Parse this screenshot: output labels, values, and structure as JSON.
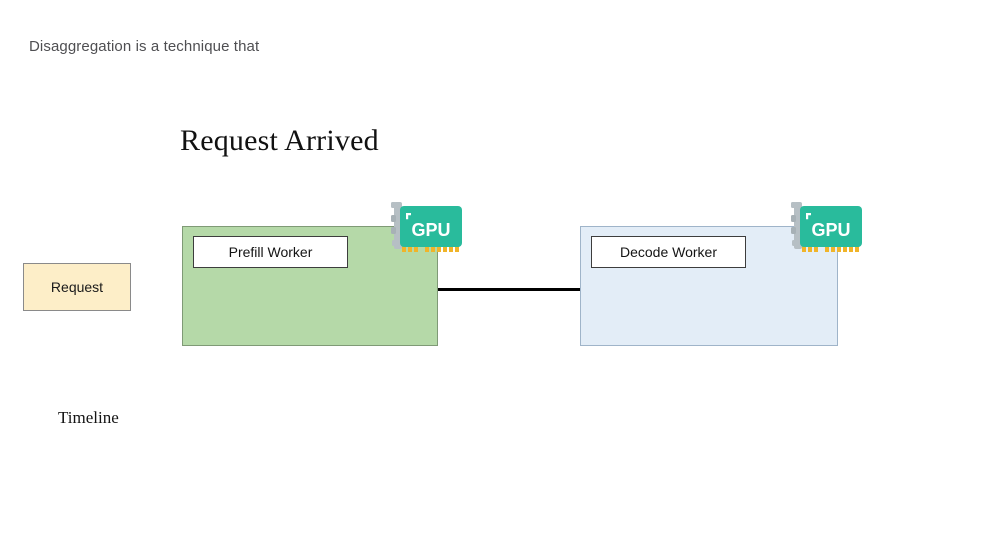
{
  "caption": {
    "text": "Disaggregation is a technique that"
  },
  "slide": {
    "title": "Request Arrived",
    "timeline_label": "Timeline"
  },
  "request": {
    "label": "Request",
    "fill_color": "#fdeec8",
    "border_color": "#8a8a8a"
  },
  "workers": [
    {
      "id": "prefill",
      "label": "Prefill Worker",
      "fill_color": "#b5d9a8",
      "border_color": "#7f9a76",
      "gpu": {
        "label": "GPU",
        "card_color": "#29bb9c",
        "bracket_color": "#b6bfc4",
        "pin_color": "#f0b429"
      }
    },
    {
      "id": "decode",
      "label": "Decode Worker",
      "fill_color": "#e3edf7",
      "border_color": "#9fb4c9",
      "gpu": {
        "label": "GPU",
        "card_color": "#29bb9c",
        "bracket_color": "#b6bfc4",
        "pin_color": "#f0b429"
      }
    }
  ],
  "connector": {
    "color": "#000000"
  }
}
